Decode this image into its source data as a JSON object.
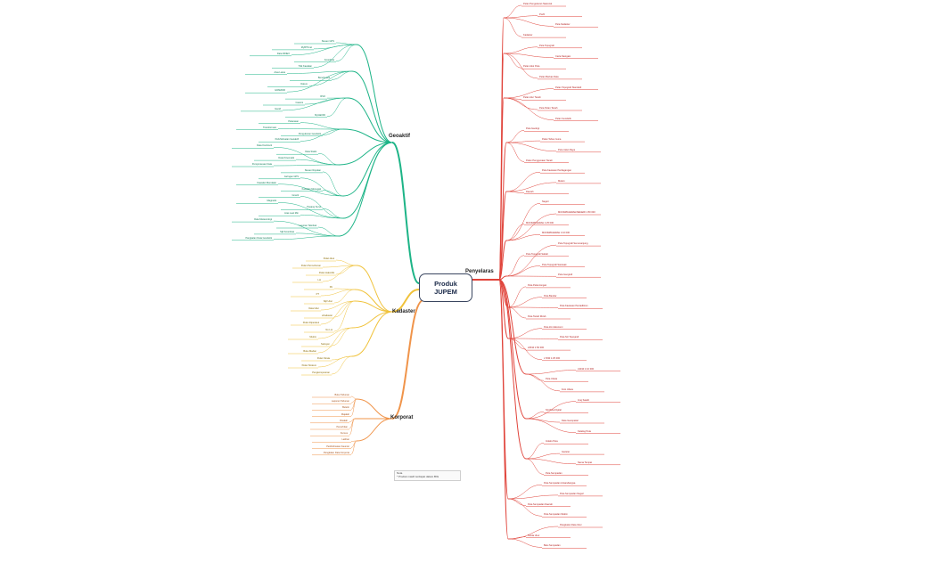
{
  "central": {
    "line1": "Produk",
    "line2": "JUPEM"
  },
  "branches": {
    "penyelaras": "Penyelaras",
    "geoaktif": "Geoaktif",
    "kadaster": "Kadaster",
    "korporat": "Korporat"
  },
  "note": {
    "title": "Nota",
    "text": "* Produk masih terdapat dalam BIG"
  },
  "red_labels": [
    "Pelan Pengukuran Nasional",
    "PL20",
    "Peta Kadaster",
    "Kadaster",
    "Peta Topografi",
    "Carta Navigasi",
    "Pelan Akui Peta",
    "Pelan Berkas Data",
    "Pelan Topografi Standard",
    "Pelan Atur Tanah",
    "Peta Pelan Tanah",
    "Pelan Geodetik",
    "Peta Geologi",
    "Pelan Tebus Guna",
    "Peta Jalan Raya",
    "Pelan Penggunaan Tanah",
    "Peta Kawasan Perdagangan",
    "Mukim",
    "Daerah",
    "Negeri",
    "MUKIM/DAERAH/NEGERI 1:50 000",
    "MUKIM/DAERAH 1:25 000",
    "MUKIM/DAERAH 1:10 000",
    "Peta Topografi Semenanjung",
    "Peta Topografi Sabah",
    "Peta Topografi Sarawak",
    "Peta Geografi",
    "Peta Pelancongan",
    "Peta Bandar",
    "Peta Kawasan Pentadbiran",
    "Peta Tanah Rizab",
    "Peta Zon Ekonomi",
    "Peta Siri Topografi",
    "L8010 1:50 000",
    "L7030 1:25 000",
    "L9010 1:10 000",
    "Peta Udara",
    "Foto Udara",
    "Imej Satelit",
    "Siri Peta Digital",
    "Data Geospatial",
    "Katalog Peta",
    "Indeks Peta",
    "Gazeter",
    "Nama Tempat",
    "Peta Sempadan",
    "Peta Sempadan Antarabangsa",
    "Peta Sempadan Negeri",
    "Peta Sempadan Daerah",
    "Peta Sempadan Mukim",
    "Pangkalan Data Ukur",
    "Tanda Ukur",
    "Batu Sempadan"
  ],
  "green_labels": [
    "Stesen GPS",
    "MyRTKnet",
    "Data RINEX",
    "Koordinat",
    "Titik Kawalan",
    "Aras Laras",
    "Benchmark",
    "Datum",
    "GDM2000",
    "RSO",
    "Cassini",
    "Geoid",
    "MyGEOID",
    "Pelarasan",
    "Transformasi",
    "Pengukuran Geodetik",
    "Perkhidmatan Geoaktif",
    "Data Kontinuiti",
    "Data Statik",
    "Data Kinematik",
    "Pemprosesan Data",
    "Stesen Rujukan",
    "Jaringan GPS",
    "Kawalan Mendatar",
    "Kawalan Menegak",
    "Graviti",
    "Magnetik",
    "Pasang Surut",
    "Aras Laut Min",
    "Data Meteorologi",
    "Laporan Teknikal",
    "Sijil Koordinat",
    "Pangkalan Data Geodetik"
  ],
  "yellow_labels": [
    "Pelan Akui",
    "Pelan Permohonan",
    "Pelan Hakmilik",
    "Lot",
    "PA",
    "PT",
    "Sijil Ukur",
    "Data Ukur",
    "eKadaster",
    "Pelan Diperakui",
    "No Lot",
    "Mukim",
    "Seksyen",
    "Buku Medan",
    "Pelan Strata",
    "Pelan Stratum",
    "Pengkomputeran"
  ],
  "orange_labels": [
    "Buku Tahunan",
    "Laporan Tahunan",
    "Buletin",
    "Majalah",
    "Risalah",
    "Penerbitan",
    "Kursus",
    "Latihan",
    "Perkhidmatan Kaunter",
    "Pangkalan Data Korporat"
  ]
}
